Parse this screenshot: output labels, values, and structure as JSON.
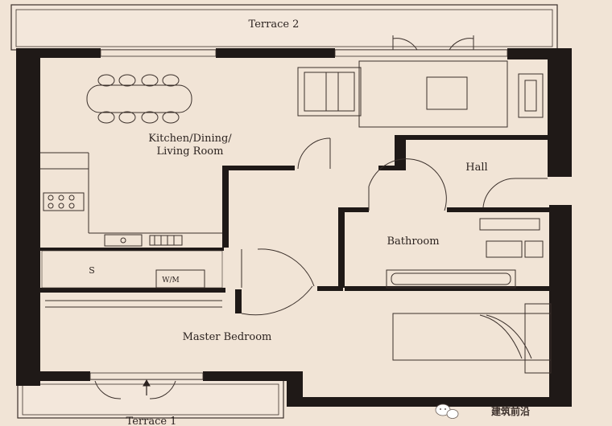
{
  "rooms": {
    "terrace_top": "Terrace 2",
    "kitchen_line1": "Kitchen/Dining/",
    "kitchen_line2": "Living Room",
    "hall": "Hall",
    "bathroom": "Bathroom",
    "store": "S",
    "washer": "W/M",
    "master_bedroom": "Master Bedroom",
    "terrace_bottom": "Terrace 1"
  },
  "watermark": {
    "icon": "wechat-icon",
    "text": "建筑前沿"
  },
  "colors": {
    "background": "#f1e4d6",
    "wall": "#1f1917",
    "line": "#3b302b",
    "terrace_fill": "#f3e7db"
  }
}
